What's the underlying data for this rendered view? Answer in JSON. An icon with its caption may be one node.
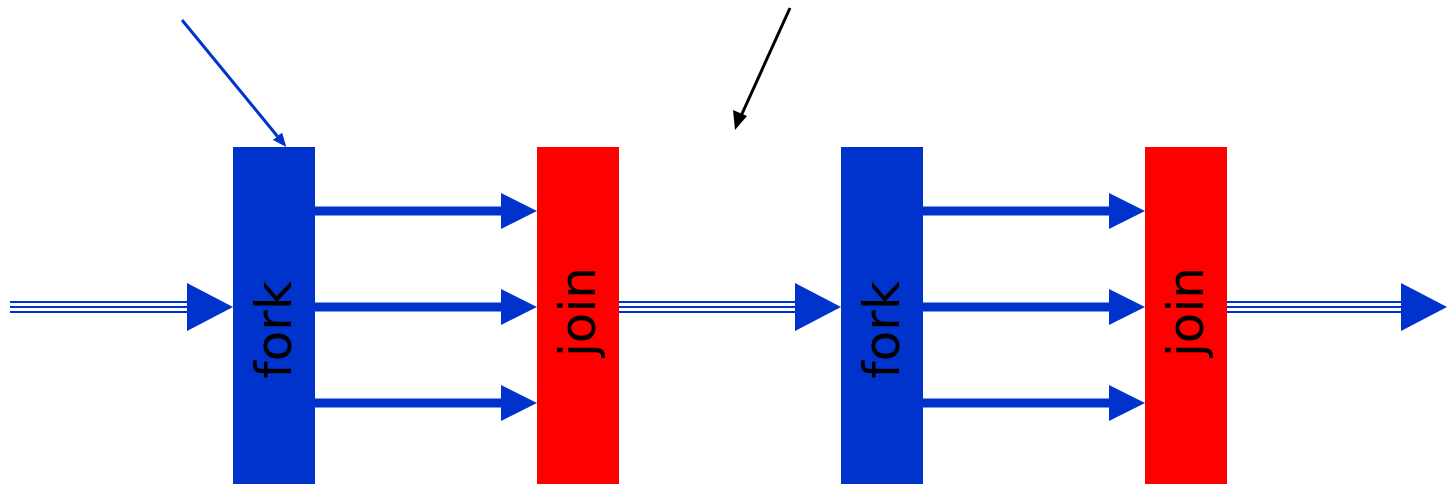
{
  "diagram": {
    "nodes": [
      {
        "text": [
          "fork"
        ]
      },
      {
        "text": [
          "join"
        ]
      },
      {
        "text": [
          "fork"
        ]
      },
      {
        "text": [
          "join"
        ]
      }
    ],
    "edges": [
      {
        "from": null,
        "to": 0,
        "arrow": "to"
      },
      {
        "from": 0,
        "to": 1,
        "arrow": "to"
      },
      {
        "from": 0,
        "to": 1,
        "arrow": "to"
      },
      {
        "from": 0,
        "to": 1,
        "arrow": "to"
      },
      {
        "from": 1,
        "to": 2,
        "arrow": "to"
      },
      {
        "from": 2,
        "to": 3,
        "arrow": "to"
      },
      {
        "from": 2,
        "to": 3,
        "arrow": "to"
      },
      {
        "from": 2,
        "to": 3,
        "arrow": "to"
      },
      {
        "from": 3,
        "to": null,
        "arrow": "to"
      },
      {
        "from": null,
        "to": 0,
        "arrow": "to"
      }
    ]
  }
}
